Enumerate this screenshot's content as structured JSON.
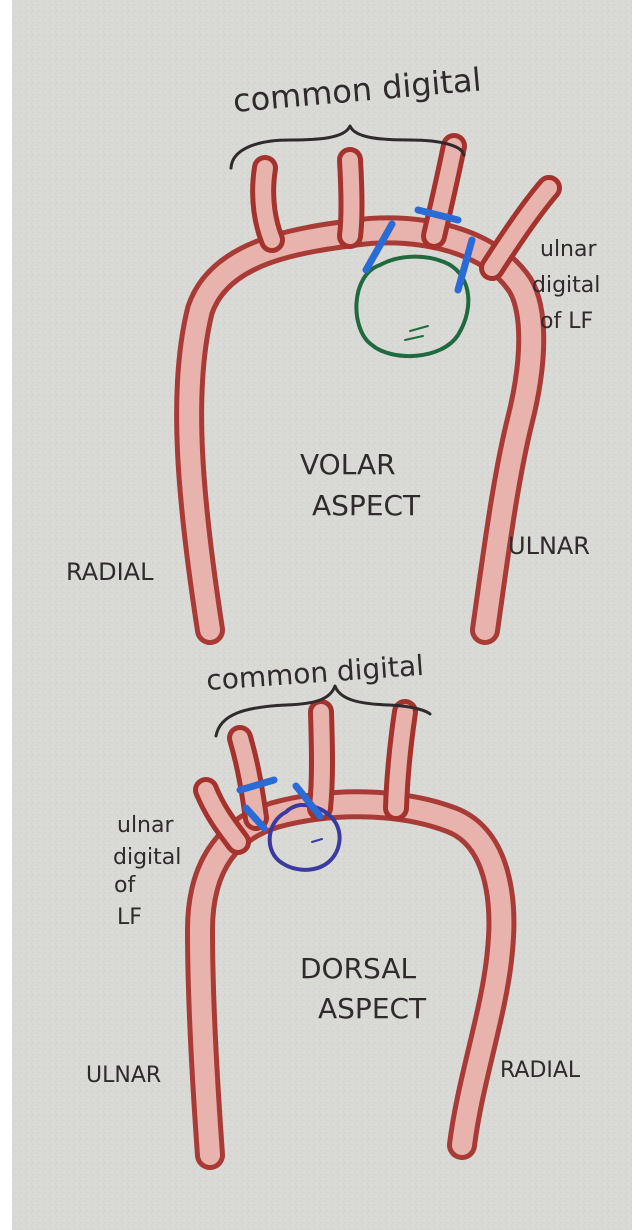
{
  "labels": {
    "volar": {
      "top_brace": "common digital",
      "ulnar_digital_line1": "ulnar",
      "ulnar_digital_line2": "digital",
      "ulnar_digital_line3": "of LF",
      "aspect_line1": "VOLAR",
      "aspect_line2": "ASPECT",
      "left_side": "RADIAL",
      "right_side": "ULNAR"
    },
    "dorsal": {
      "top_brace": "common digital",
      "ulnar_digital_line1": "ulnar",
      "ulnar_digital_line2": "digital",
      "ulnar_digital_line3": "of",
      "ulnar_digital_line4": "LF",
      "aspect_line1": "DORSAL",
      "aspect_line2": "ASPECT",
      "left_side": "ULNAR",
      "right_side": "RADIAL"
    }
  },
  "colors": {
    "paper": "#dcdcd9",
    "paper_dark": "#c9c9c5",
    "vessel_outline": "#a5332d",
    "vessel_fill": "#e8b3ad",
    "ink_black": "#2f2a2b",
    "clamp_blue": "#2b6bd6",
    "mass_green": "#1f6b3f",
    "mass_purple": "#3b3aa1"
  }
}
